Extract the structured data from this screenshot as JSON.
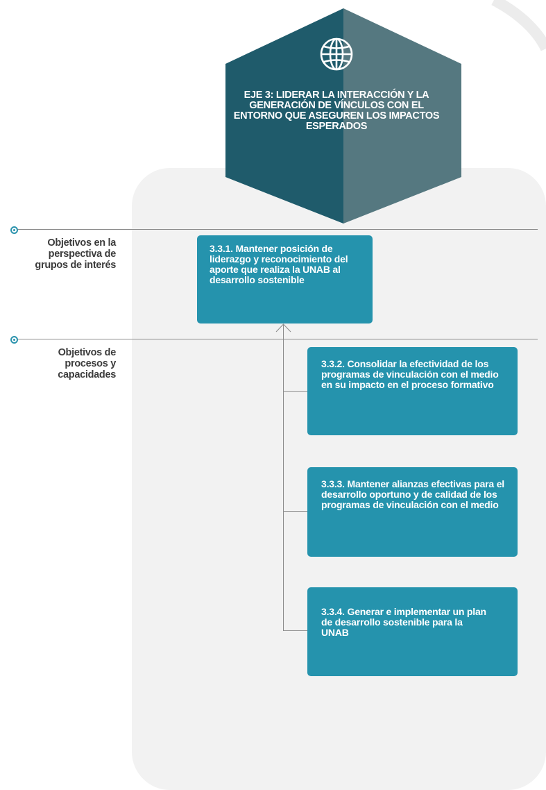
{
  "header": {
    "icon": "globe-icon",
    "title": "EJE 3: LIDERAR LA INTERACCIÓN Y LA GENERACIÓN DE VÍNCULOS CON EL ENTORNO QUE ASEGUREN LOS IMPACTOS ESPERADOS"
  },
  "rows": {
    "stakeholders_label": "Objetivos en la perspectiva de grupos de interés",
    "processes_label": "Objetivos de procesos y capacidades"
  },
  "objectives": [
    {
      "text": "3.3.1. Mantener posición de liderazgo y reconocimiento del aporte que realiza la UNAB al desarrollo sostenible"
    },
    {
      "text": "3.3.2. Consolidar la efectividad de los programas de vinculación con el medio en su impacto en el proceso formativo"
    },
    {
      "text": "3.3.3. Mantener alianzas efectivas para el desarrollo oportuno y de calidad de los programas de vinculación con el medio"
    },
    {
      "text": "3.3.4. Generar e implementar un plan de desarrollo sostenible para la UNAB"
    }
  ],
  "colors": {
    "box": "#2593ad",
    "hex_dark": "#1f5b6b",
    "hex_light": "#557880",
    "panel": "#f2f2f2",
    "line": "#8c8c8c"
  }
}
